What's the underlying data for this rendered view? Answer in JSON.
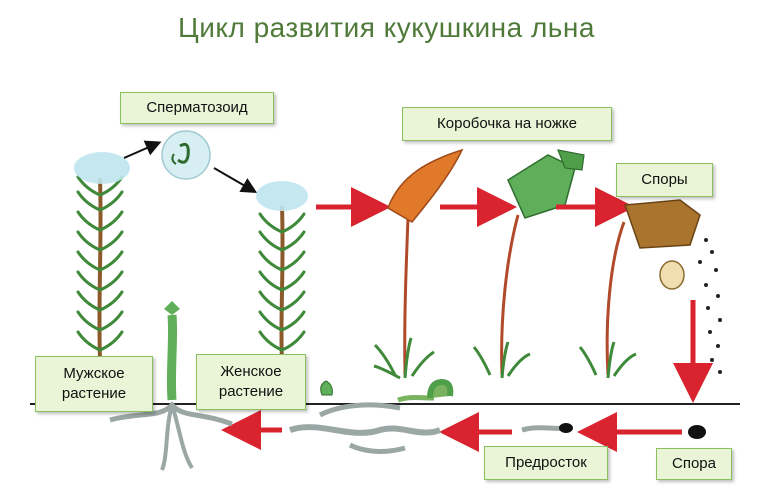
{
  "title": "Цикл развития кукушкина льна",
  "labels": {
    "spermatozoid": "Спермaтозоид",
    "capsule": "Коробочка на ножке",
    "spores": "Споры",
    "male_line1": "Мужское",
    "male_line2": "растение",
    "female_line1": "Женское",
    "female_line2": "растение",
    "protonema": "Предросток",
    "spore": "Спора"
  },
  "colors": {
    "title": "#4f7a3a",
    "label_fill": "#e9f5d6",
    "label_border": "#8bbf5f",
    "arrow_red": "#d9232e",
    "stem_brown": "#8b5a2b",
    "leaf_green": "#3f8a3a",
    "capsule_orange": "#e07a2a",
    "capsule_green": "#5fae5a",
    "capsule_brown": "#a8742e",
    "droplet": "#bfe6ee"
  }
}
